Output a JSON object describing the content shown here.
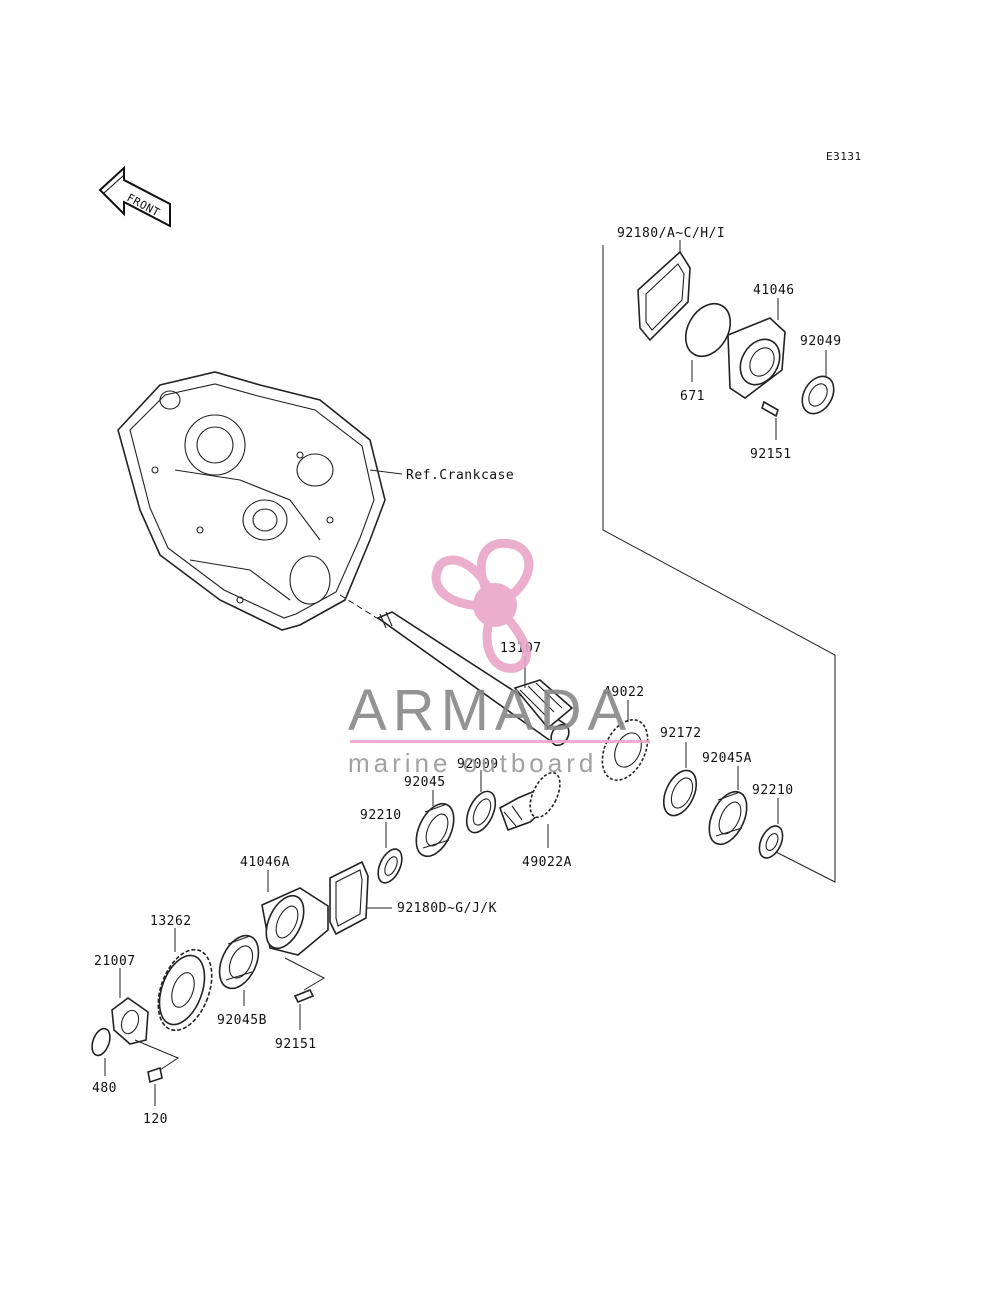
{
  "diagram": {
    "code": "E3131",
    "front_label": "FRONT",
    "ref_label": "Ref.Crankcase"
  },
  "parts": {
    "p92180_ac": "92180/A~C/H/I",
    "p41046": "41046",
    "p92049": "92049",
    "p671": "671",
    "p92151_top": "92151",
    "p13107": "13107",
    "p49022": "49022",
    "p92172": "92172",
    "p92045a": "92045A",
    "p92210_right": "92210",
    "p92009": "92009",
    "p92045": "92045",
    "p49022a": "49022A",
    "p92210_left": "92210",
    "p41046a": "41046A",
    "p92180_dg": "92180D~G/J/K",
    "p13262": "13262",
    "p21007": "21007",
    "p92045b": "92045B",
    "p92151_bottom": "92151",
    "p480": "480",
    "p120": "120"
  },
  "watermark": {
    "brand": "ARMADA",
    "tagline": "marine outboard",
    "accent_color": "#e9a6c8",
    "text_color": "#888888"
  }
}
